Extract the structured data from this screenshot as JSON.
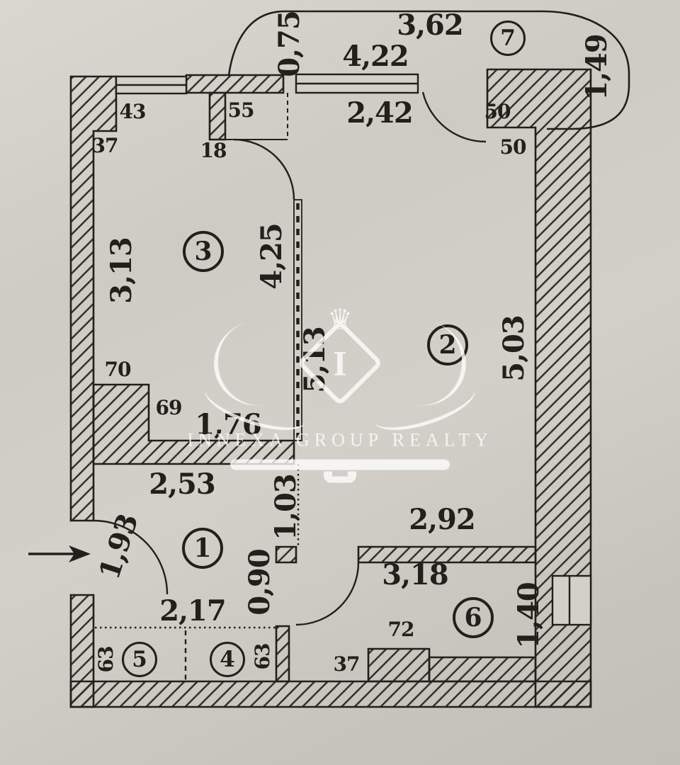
{
  "watermark": {
    "brand": "INNEXA GROUP REALTY",
    "monogram": "I"
  },
  "rooms": [
    {
      "number": "1"
    },
    {
      "number": "2"
    },
    {
      "number": "3"
    },
    {
      "number": "4"
    },
    {
      "number": "5"
    },
    {
      "number": "6"
    },
    {
      "number": "7"
    }
  ],
  "dims": {
    "balcony_depth_left": "0,75",
    "balcony_width_top": "3,62",
    "balcony_right": "1,49",
    "room2_window_width": "4,22",
    "room2_window_inner": "2,42",
    "wall_50_upper": "50",
    "wall_50_lower": "50",
    "tl_wall_43": "43",
    "tl_wall_37": "37",
    "hall_width_55": "55",
    "hall_wall_18": "18",
    "room3_width": "3,13",
    "room3_length": "4,25",
    "room3_wall_70": "70",
    "room3_wall_69": "69",
    "room3_opening": "1,76",
    "room2_length_left": "5,13",
    "room2_length_right": "5,03",
    "room2_width_bottom": "2,92",
    "room1_width_top": "2,53",
    "room1_depth_right": "1,03",
    "entrance_door": "1,93",
    "room1_width_bottom": "2,17",
    "room6_door": "0,90",
    "room5_wall_63": "63",
    "room4_wall_63": "63",
    "room6_width": "3,18",
    "room6_wall_72": "72",
    "room6_wall_37": "37",
    "room6_niche": "1,40"
  }
}
